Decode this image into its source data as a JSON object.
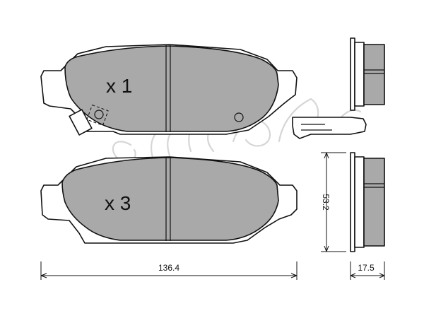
{
  "quantities": {
    "top_pad": "x 1",
    "bottom_pad": "x 3"
  },
  "dimensions": {
    "width": "136.4",
    "height": "53.2",
    "thickness": "17.5"
  },
  "watermark": {
    "brand": "cifam"
  },
  "colors": {
    "friction_material": "#a9a9a9",
    "outline": "#111111",
    "watermark": "#d6d6d6"
  }
}
